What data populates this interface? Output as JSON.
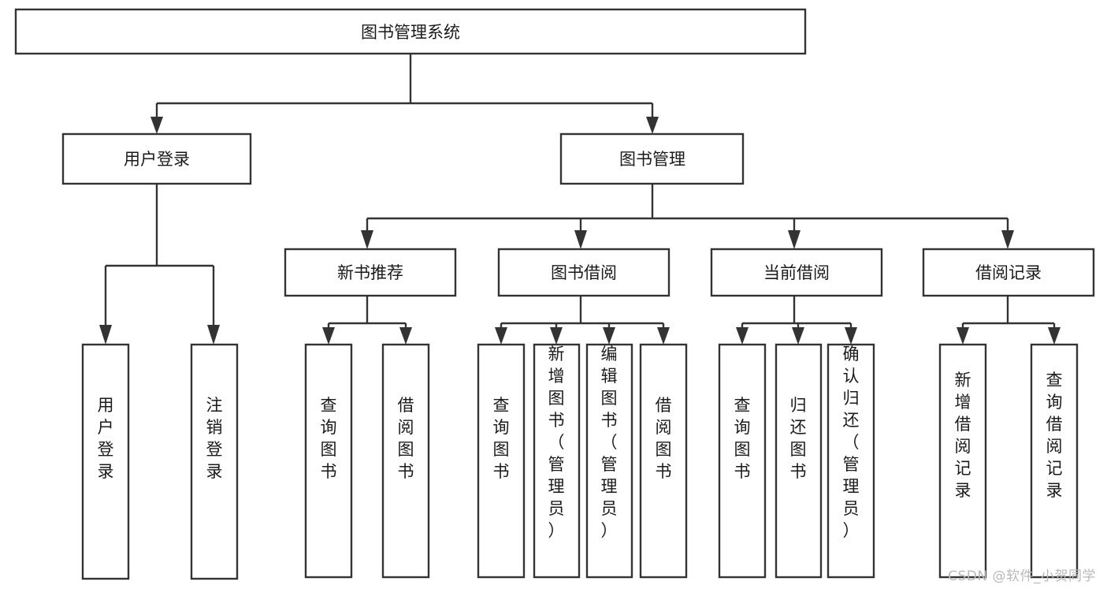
{
  "diagram": {
    "type": "tree-hierarchy",
    "title": "图书管理系统",
    "watermark": "CSDN @软件_小贺同学",
    "colors": {
      "background": "#ffffff",
      "stroke": "#333333",
      "box_fill": "#ffffff",
      "text": "#1a1a1a",
      "watermark": "#b9b9b9"
    },
    "root": {
      "id": "root",
      "label": "图书管理系统",
      "orientation": "horizontal"
    },
    "level2": [
      {
        "id": "user-login",
        "label": "用户登录",
        "orientation": "horizontal"
      },
      {
        "id": "book-management",
        "label": "图书管理",
        "orientation": "horizontal"
      }
    ],
    "level3": [
      {
        "id": "new-book-recommend",
        "label": "新书推荐",
        "orientation": "horizontal",
        "parent": "book-management"
      },
      {
        "id": "book-borrow",
        "label": "图书借阅",
        "orientation": "horizontal",
        "parent": "book-management"
      },
      {
        "id": "current-borrow",
        "label": "当前借阅",
        "orientation": "horizontal",
        "parent": "book-management"
      },
      {
        "id": "borrow-record",
        "label": "借阅记录",
        "orientation": "horizontal",
        "parent": "book-management"
      }
    ],
    "leaves": [
      {
        "id": "leaf-user-login",
        "label": "用户登录",
        "orientation": "vertical",
        "parent": "user-login"
      },
      {
        "id": "leaf-logout-login",
        "label": "注销登录",
        "orientation": "vertical",
        "parent": "user-login"
      },
      {
        "id": "leaf-query-book-1",
        "label": "查询图书",
        "orientation": "vertical",
        "parent": "new-book-recommend"
      },
      {
        "id": "leaf-borrow-book-1",
        "label": "借阅图书",
        "orientation": "vertical",
        "parent": "new-book-recommend"
      },
      {
        "id": "leaf-query-book-2",
        "label": "查询图书",
        "orientation": "vertical",
        "parent": "book-borrow"
      },
      {
        "id": "leaf-add-book",
        "label": "新增图书（管理员）",
        "orientation": "vertical",
        "parent": "book-borrow"
      },
      {
        "id": "leaf-edit-book",
        "label": "编辑图书（管理员）",
        "orientation": "vertical",
        "parent": "book-borrow"
      },
      {
        "id": "leaf-borrow-book-2",
        "label": "借阅图书",
        "orientation": "vertical",
        "parent": "book-borrow"
      },
      {
        "id": "leaf-query-book-3",
        "label": "查询图书",
        "orientation": "vertical",
        "parent": "current-borrow"
      },
      {
        "id": "leaf-return-book",
        "label": "归还图书",
        "orientation": "vertical",
        "parent": "current-borrow"
      },
      {
        "id": "leaf-confirm-return",
        "label": "确认归还（管理员）",
        "orientation": "vertical",
        "parent": "current-borrow"
      },
      {
        "id": "leaf-add-record",
        "label": "新增借阅记录",
        "orientation": "vertical",
        "parent": "borrow-record"
      },
      {
        "id": "leaf-query-record",
        "label": "查询借阅记录",
        "orientation": "vertical",
        "parent": "borrow-record"
      }
    ]
  }
}
